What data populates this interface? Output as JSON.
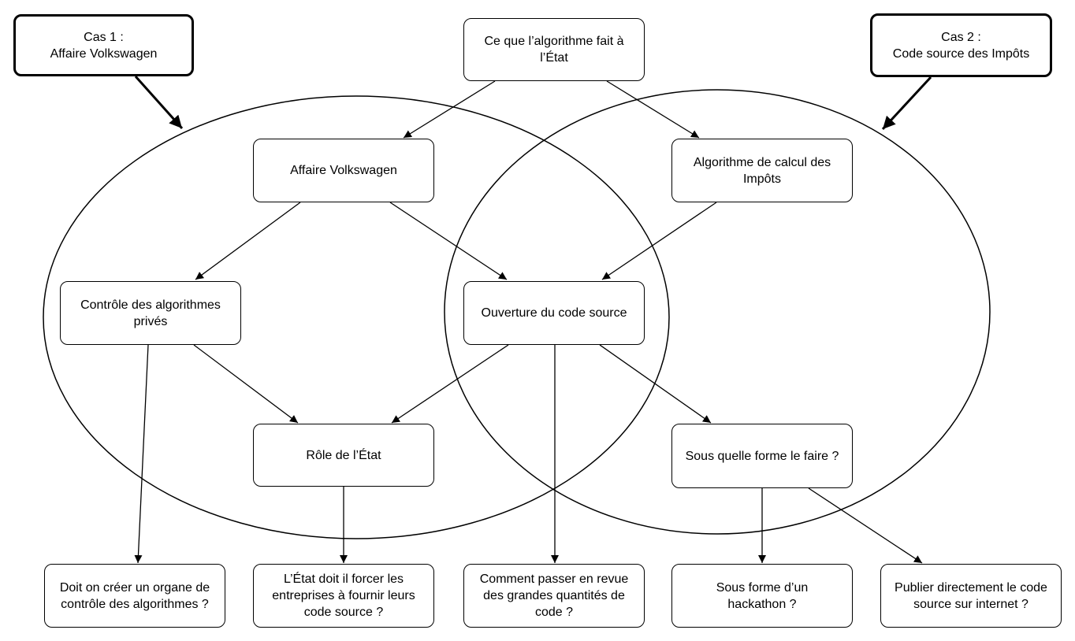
{
  "diagram": {
    "colors": {
      "stroke": "#000000",
      "background": "#ffffff",
      "text": "#000000"
    },
    "cases": {
      "case1": {
        "title": "Cas 1 :",
        "subtitle": "Affaire Volkswagen"
      },
      "case2": {
        "title": "Cas 2 :",
        "subtitle": "Code source des Impôts"
      }
    },
    "nodes": {
      "root": [
        "Ce que l’algorithme fait à",
        "l’État"
      ],
      "volkswagen": [
        "Affaire Volkswagen"
      ],
      "impots": [
        "Algorithme de calcul des",
        "Impôts"
      ],
      "controle": [
        "Contrôle des algorithmes",
        "privés"
      ],
      "ouverture": [
        "Ouverture du code source"
      ],
      "role": [
        "Rôle de l’État"
      ],
      "forme": [
        "Sous quelle forme le faire ?"
      ],
      "q_organe": [
        "Doit on créer un organe de",
        "contrôle des algorithmes ?"
      ],
      "q_forcer": [
        "L’État doit il forcer les",
        "entreprises à fournir leurs",
        "code source ?"
      ],
      "q_revue": [
        "Comment passer en revue",
        "des grandes quantités de",
        "code ?"
      ],
      "q_hackathon": [
        "Sous forme d’un",
        "hackathon ?"
      ],
      "q_publier": [
        "Publier directement le code",
        "source sur internet ?"
      ]
    }
  }
}
